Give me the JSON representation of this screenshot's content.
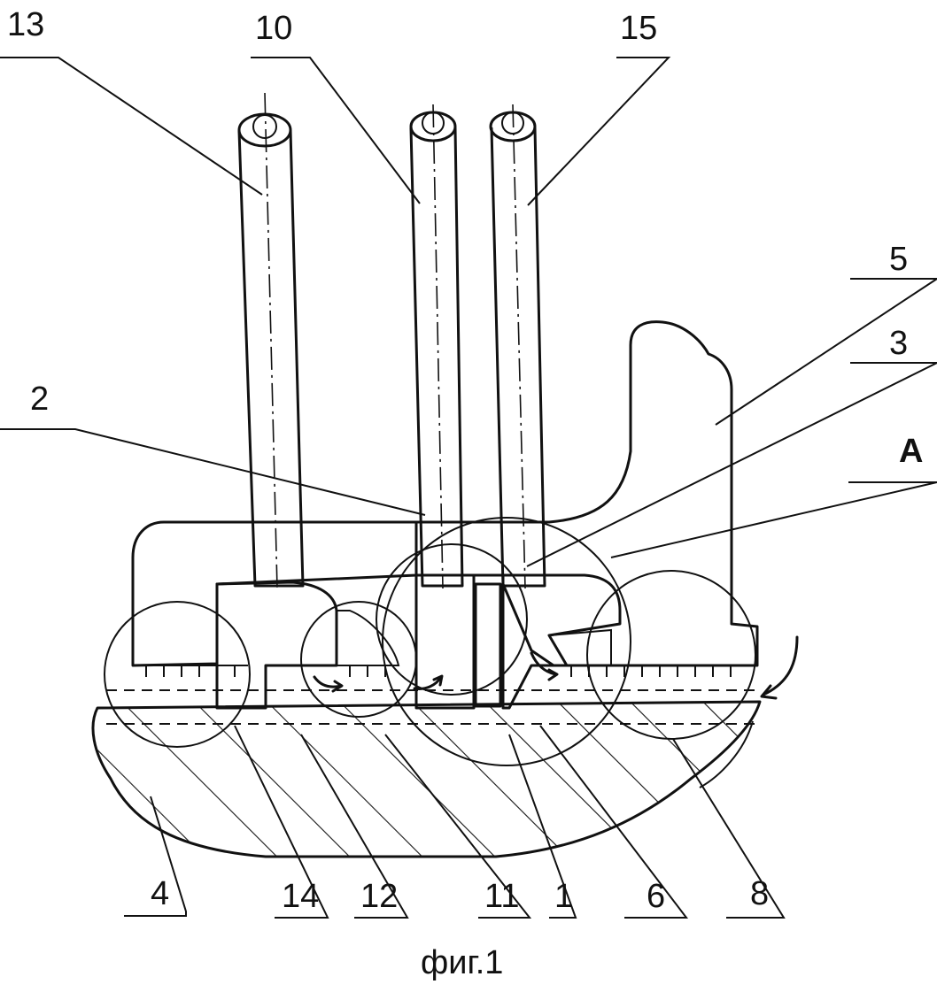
{
  "figure": {
    "caption": "фиг.1",
    "labels": {
      "l13": "13",
      "l10": "10",
      "l15": "15",
      "l5": "5",
      "l3": "3",
      "l2": "2",
      "lA": "A",
      "l4": "4",
      "l14": "14",
      "l12": "12",
      "l11": "11",
      "l1": "1",
      "l6": "6",
      "l8": "8"
    }
  }
}
